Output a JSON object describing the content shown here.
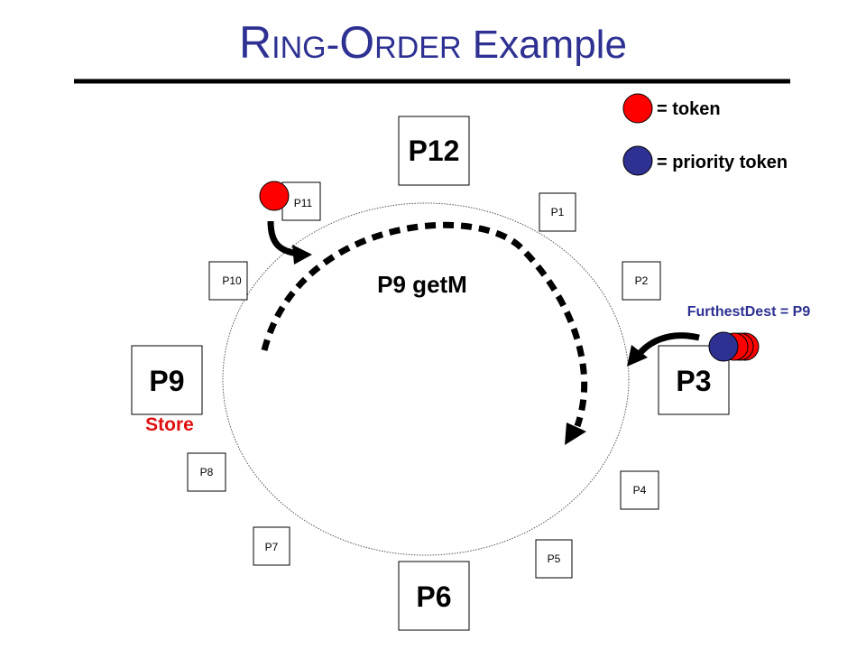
{
  "title": {
    "r": "R",
    "ing": "ING",
    "dash": "-",
    "o": "O",
    "rder": "RDER",
    "rest": " Example"
  },
  "legend": {
    "token": "= token",
    "priority_token": "= priority token"
  },
  "nodes": {
    "p12": "P12",
    "p3": "P3",
    "p6": "P6",
    "p9": "P9",
    "p1": "P1",
    "p2": "P2",
    "p4": "P4",
    "p5": "P5",
    "p7": "P7",
    "p8": "P8",
    "p10": "P10",
    "p11": "P11"
  },
  "request_label": "P9 getM",
  "store_label": "Store",
  "furthest_dest": "FurthestDest = P9",
  "colors": {
    "title": "#2e3192",
    "token": "#ff0000",
    "priority_token": "#2e3192",
    "store": "#e01010",
    "furthest": "#2e3192"
  }
}
